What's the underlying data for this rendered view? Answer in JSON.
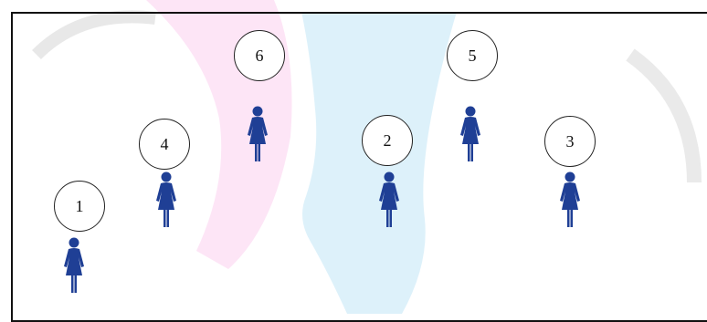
{
  "diagram": {
    "accent_color": "#1f3f95",
    "watermark_colors": {
      "pink": "#f26dcd",
      "light_blue": "#9fd7f2"
    },
    "people": [
      {
        "label": "1",
        "icon": "woman-icon"
      },
      {
        "label": "2",
        "icon": "woman-icon"
      },
      {
        "label": "3",
        "icon": "woman-icon"
      },
      {
        "label": "4",
        "icon": "woman-icon"
      },
      {
        "label": "5",
        "icon": "woman-icon"
      },
      {
        "label": "6",
        "icon": "woman-icon"
      }
    ]
  }
}
